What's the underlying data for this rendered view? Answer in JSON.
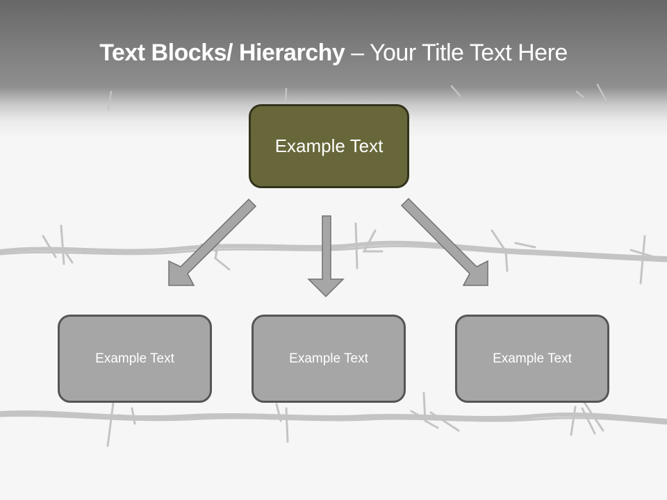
{
  "slide": {
    "title_bold": "Text Blocks/ Hierarchy",
    "title_separator": " – ",
    "title_regular": "Your Title Text Here"
  },
  "hierarchy": {
    "root": {
      "label": "Example Text",
      "color": "#67673a"
    },
    "children": [
      {
        "label": "Example Text",
        "color": "#a6a6a6"
      },
      {
        "label": "Example Text",
        "color": "#a6a6a6"
      },
      {
        "label": "Example Text",
        "color": "#a6a6a6"
      }
    ],
    "arrows": [
      "arrow-down-left",
      "arrow-down",
      "arrow-down-right"
    ]
  },
  "background": {
    "decoration": "barbed-wire-icon",
    "header_color": "#7a7b7a",
    "base_color": "#f6f6f6"
  }
}
